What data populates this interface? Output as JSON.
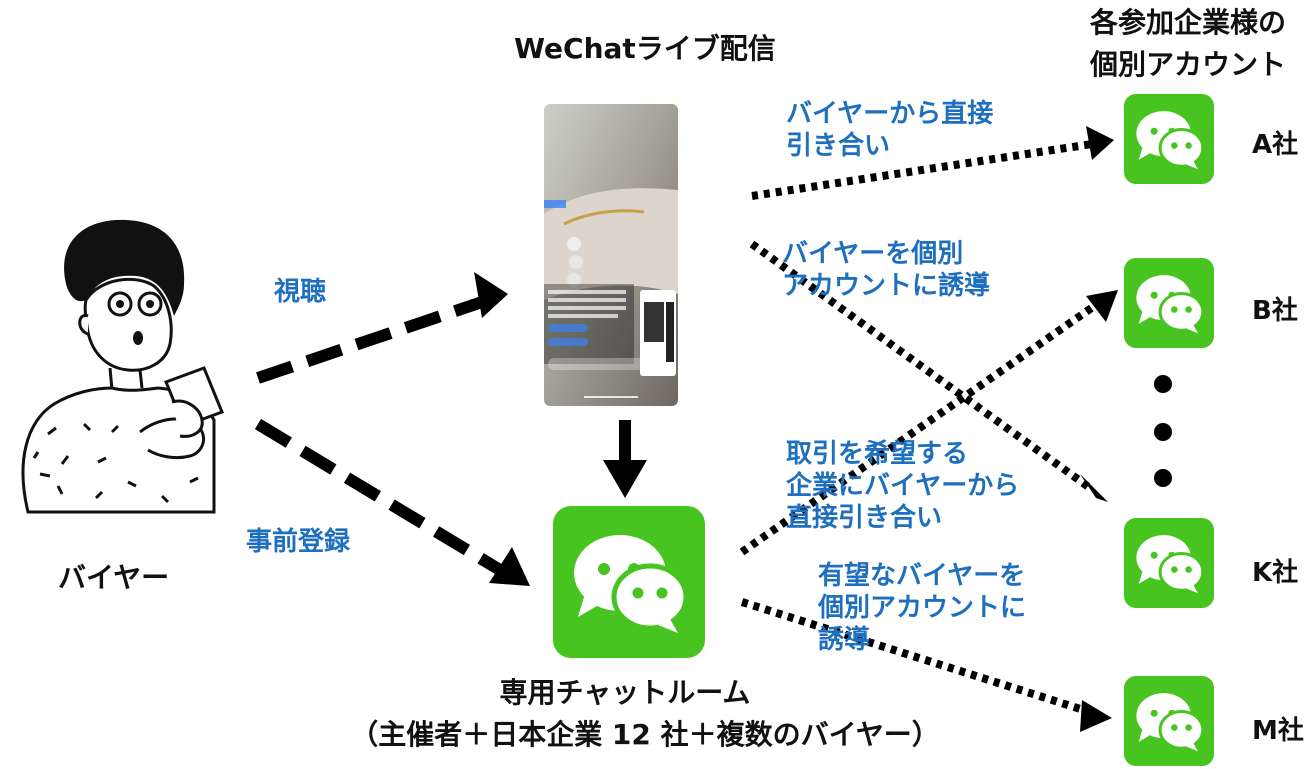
{
  "title_live": "WeChatライブ配信",
  "title_accounts_line1": "各参加企業様の",
  "title_accounts_line2": "個別アカウント",
  "buyer_label": "バイヤー",
  "label_view": "視聴",
  "label_preregister": "事前登録",
  "chatroom_line1": "専用チャットルーム",
  "chatroom_line2": "（主催者＋日本企業 12 社＋複数のバイヤー）",
  "note_direct_line1": "バイヤーから直接",
  "note_direct_line2": "引き合い",
  "note_guide_line1": "バイヤーを個別",
  "note_guide_line2": "アカウントに誘導",
  "note_deal_line1": "取引を希望する",
  "note_deal_line2": "企業にバイヤーから",
  "note_deal_line3": "直接引き合い",
  "note_promising_line1": "有望なバイヤーを",
  "note_promising_line2": "個別アカウントに",
  "note_promising_line3": "誘導",
  "companies": [
    "A社",
    "B社",
    "K社",
    "M社"
  ],
  "colors": {
    "wechat_green": "#47c41f",
    "text_blue": "#1f6fbf"
  }
}
